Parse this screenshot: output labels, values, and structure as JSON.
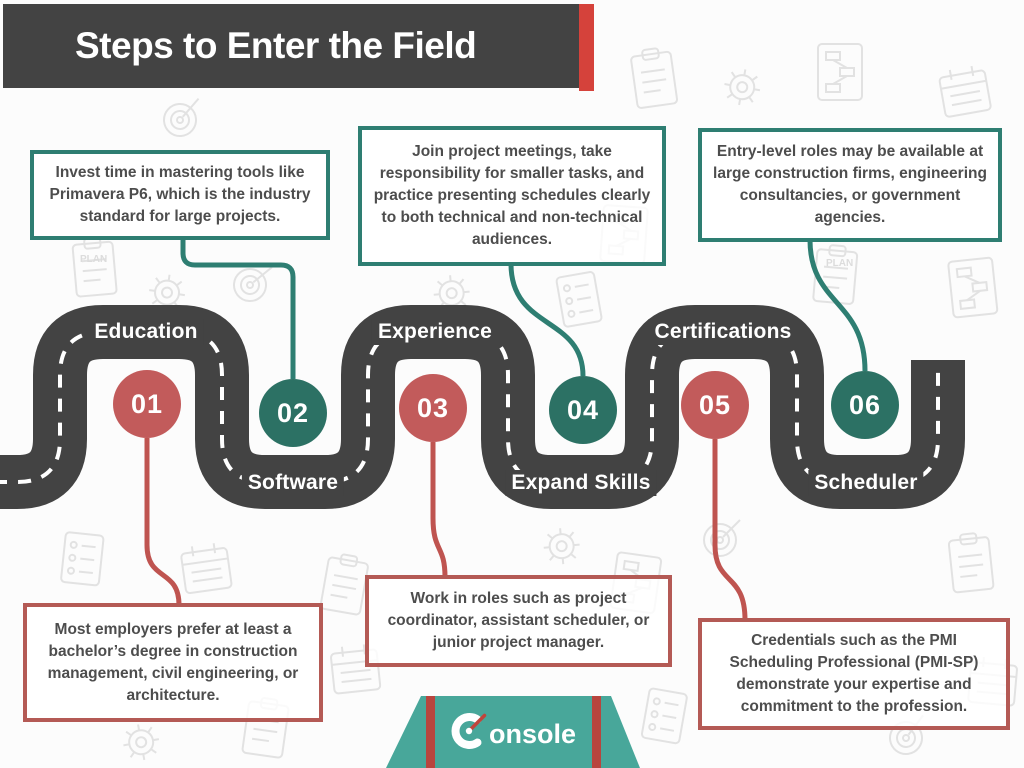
{
  "header": {
    "title": "Steps to Enter the Field"
  },
  "steps": [
    {
      "number": "01",
      "label": "Education"
    },
    {
      "number": "02",
      "label": "Software"
    },
    {
      "number": "03",
      "label": "Experience"
    },
    {
      "number": "04",
      "label": "Expand Skills"
    },
    {
      "number": "05",
      "label": "Certifications"
    },
    {
      "number": "06",
      "label": "Scheduler"
    }
  ],
  "callouts": [
    {
      "color": "teal",
      "text": "Invest time in mastering tools like Primavera P6, which is the industry standard for large projects."
    },
    {
      "color": "teal",
      "text": "Join project meetings, take responsibility for smaller tasks, and practice presenting schedules clearly to both technical and non-technical audiences."
    },
    {
      "color": "teal",
      "text": "Entry-level roles may be available at large construction firms, engineering consultancies, or government agencies."
    },
    {
      "color": "red",
      "text": "Most employers prefer at least a bachelor’s degree in construction management, civil engineering, or architecture."
    },
    {
      "color": "red",
      "text": "Work in roles such as project coordinator, assistant scheduler, or junior project manager."
    },
    {
      "color": "red",
      "text": "Credentials such as the PMI Scheduling Professional (PMI-SP) demonstrate your expertise and commitment to the profession."
    }
  ],
  "logo": {
    "brand": "Console",
    "wordmark_rest": "onsole"
  },
  "background": {
    "watermark_label": "PLAN"
  },
  "colors": {
    "road": "#434343",
    "header_bar": "#434343",
    "accent_red": "#d5423b",
    "step_red": "#c25b5b",
    "step_teal": "#2c7164",
    "callout_teal_border": "#2e7e72",
    "callout_red_border": "#b45a55",
    "logo_teal": "#48a79a",
    "text_dark": "#4d4d4d",
    "background": "#fcfcfc"
  }
}
